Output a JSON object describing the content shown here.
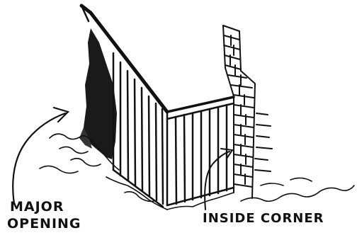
{
  "diagram": {
    "labels": {
      "major_opening_line1": "MAJOR",
      "major_opening_line2": "OPENING",
      "inside_corner": "INSIDE CORNER"
    },
    "ink_color": "#111111",
    "paper_color": "#ffffff"
  }
}
